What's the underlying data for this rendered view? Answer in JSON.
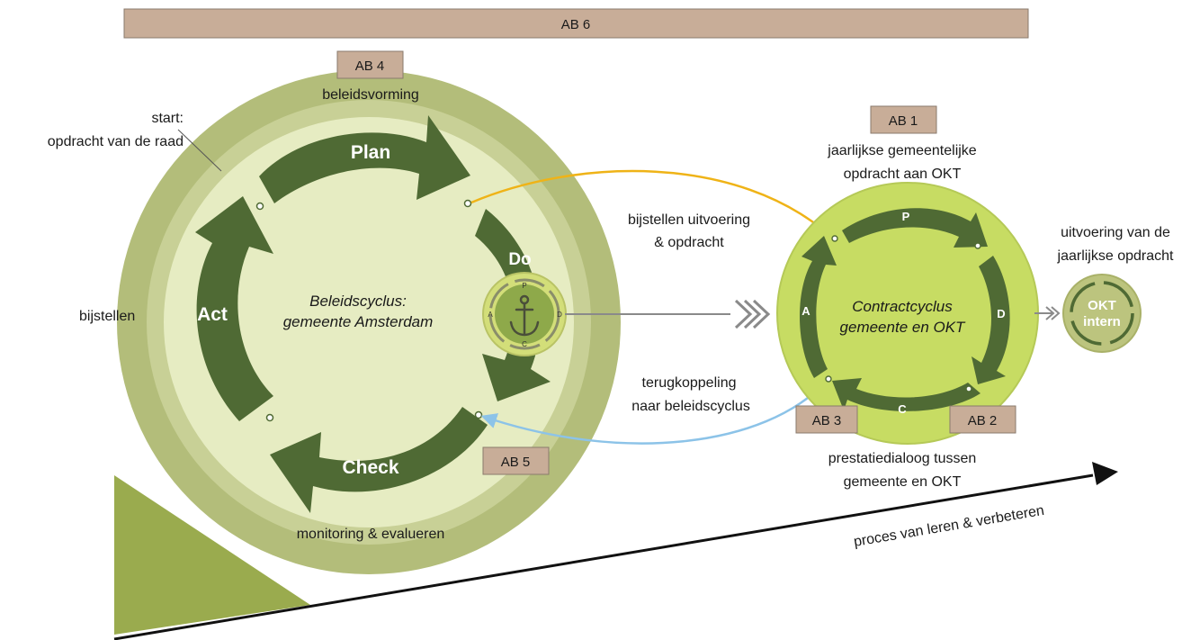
{
  "colors": {
    "box": "#c8ad98",
    "outer_ring": "#b3bd7a",
    "ring_light": "#dfe7b2",
    "arrow_dark": "#4f6a34",
    "contract_fill": "#c7dc63",
    "yellow_arrow": "#efb317",
    "blue_arrow": "#8cc3e8",
    "triangle": "#9aab4e"
  },
  "boxes": {
    "ab6": "AB 6",
    "ab4": "AB 4",
    "ab1": "AB 1",
    "ab5": "AB 5",
    "ab3": "AB 3",
    "ab2": "AB 2"
  },
  "policy_cycle": {
    "top_label": "beleidsvorming",
    "bottom_label": "monitoring & evalueren",
    "left_label": "bijstellen",
    "start_label_line1": "start:",
    "start_label_line2": "opdracht van de raad",
    "plan": "Plan",
    "do": "Do",
    "check": "Check",
    "act": "Act",
    "center_line1": "Beleidscyclus:",
    "center_line2": "gemeente Amsterdam",
    "mini_letters": [
      "P",
      "D",
      "C",
      "A"
    ]
  },
  "contract_cycle": {
    "top_line1": "jaarlijkse gemeentelijke",
    "top_line2": "opdracht aan OKT",
    "p": "P",
    "d": "D",
    "c": "C",
    "a": "A",
    "center_line1": "Contractcyclus",
    "center_line2": "gemeente en OKT",
    "bottom_line1": "prestatiedialoog tussen",
    "bottom_line2": "gemeente en OKT"
  },
  "okt": {
    "above_line1": "uitvoering van de",
    "above_line2": "jaarlijkse opdracht",
    "line1": "OKT",
    "line2": "intern"
  },
  "connectors": {
    "adjust_line1": "bijstellen uitvoering",
    "adjust_line2": "& opdracht",
    "feedback_line1": "terugkoppeling",
    "feedback_line2": "naar beleidscyclus",
    "learning": "proces van leren & verbeteren"
  }
}
